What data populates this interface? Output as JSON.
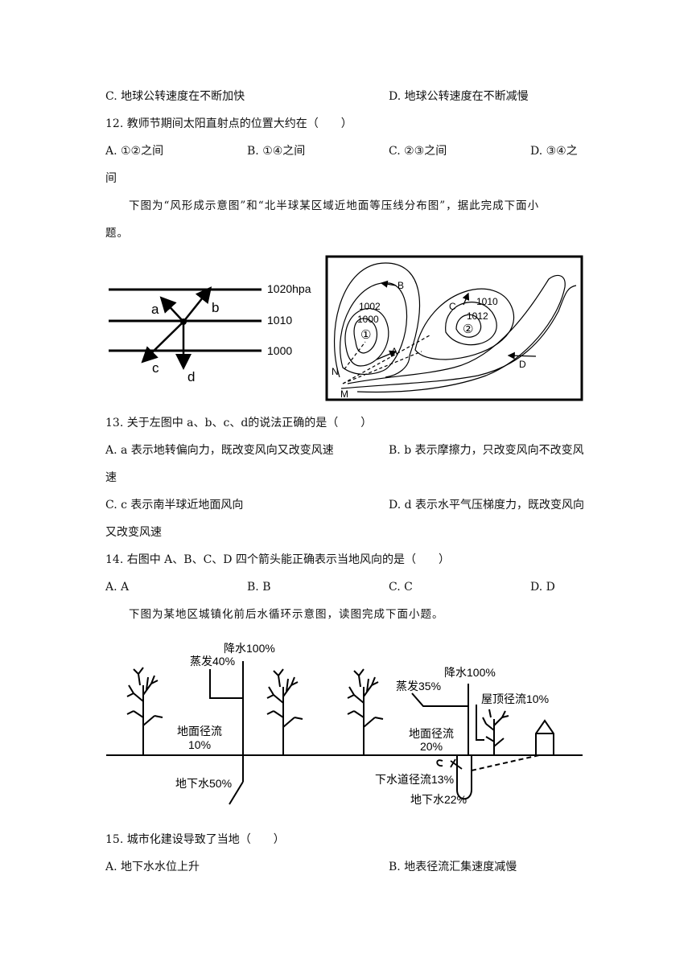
{
  "q11": {
    "option_c": "C. 地球公转速度在不断加快",
    "option_d": "D. 地球公转速度在不断减慢"
  },
  "q12": {
    "stem": "12. 教师节期间太阳直射点的位置大约在（　　）",
    "option_a": "A. ①②之间",
    "option_b": "B. ①④之间",
    "option_c": "C. ②③之间",
    "option_d": "D. ③④之",
    "option_d_wrap": "间"
  },
  "intro1": {
    "line1": "下图为“风形成示意图”和“北半球某区域近地面等压线分布图”，据此完成下面小",
    "line2": "题。"
  },
  "fig_wind": {
    "isobar_labels": [
      "1020hpa",
      "1010",
      "1000"
    ],
    "force_labels": [
      "a",
      "b",
      "c",
      "d"
    ]
  },
  "fig_isobar_map": {
    "labels": [
      "B",
      "C",
      "1002",
      "1000",
      "1010",
      "1012",
      "①",
      "②",
      "A",
      "D",
      "N",
      "M"
    ]
  },
  "q13": {
    "stem": "13. 关于左图中 a、b、c、d的说法正确的是（　　）",
    "option_a": "A. a 表示地转偏向力，既改变风向又改变风速",
    "option_b": "B. b 表示摩擦力，只改变风向不改变风",
    "option_b_wrap": "速",
    "option_c": "C. c 表示南半球近地面风向",
    "option_d": "D. d 表示水平气压梯度力，既改变风向",
    "option_d_wrap": "又改变风速"
  },
  "q14": {
    "stem": "14. 右图中 A、B、C、D 四个箭头能正确表示当地风向的是（　　）",
    "option_a": "A. A",
    "option_b": "B. B",
    "option_c": "C. C",
    "option_d": "D. D"
  },
  "intro2": {
    "line1": "下图为某地区城镇化前后水循环示意图，读图完成下面小题。"
  },
  "fig_water": {
    "before": {
      "precip": "降水100%",
      "evap": "蒸发40%",
      "runoff_name": "地面径流",
      "runoff_pct": "10%",
      "groundwater": "地下水50%"
    },
    "after": {
      "precip": "降水100%",
      "evap": "蒸发35%",
      "roof": "屋顶径流10%",
      "runoff_name": "地面径流",
      "runoff_pct": "20%",
      "sewer": "下水道径流13%",
      "groundwater": "地下水22%"
    }
  },
  "q15": {
    "stem": "15. 城市化建设导致了当地（　　）",
    "option_a": "A. 地下水水位上升",
    "option_b": "B. 地表径流汇集速度减慢"
  }
}
